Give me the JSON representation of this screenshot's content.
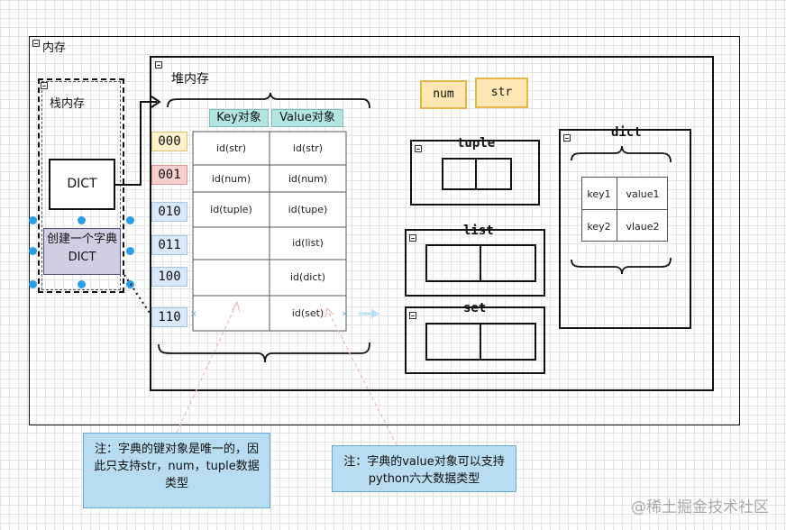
{
  "memory": {
    "label": "内存"
  },
  "stack": {
    "label": "栈内存",
    "dict_box": "DICT",
    "create_label": "创建一个字典DICT"
  },
  "heap": {
    "label": "堆内存",
    "headers": {
      "key": "Key对象",
      "value": "Value对象"
    },
    "addresses": [
      "000",
      "001",
      "010",
      "011",
      "100",
      "110"
    ],
    "keys": [
      "id(str)",
      "id(num)",
      "id(tuple)",
      "",
      "",
      ""
    ],
    "values": [
      "id(str)",
      "id(num)",
      "id(tupe)",
      "id(list)",
      "id(dict)",
      "id(set)"
    ]
  },
  "types": {
    "num": "num",
    "str": "str",
    "tuple": "tuple",
    "list": "list",
    "set": "set",
    "dict": {
      "title": "dict",
      "cells": [
        "key1",
        "value1",
        "key2",
        "vlaue2"
      ]
    }
  },
  "notes": {
    "key_note": "注：字典的键对象是唯一的，因此只支持str，num，tuple数据类型",
    "value_note": "注：字典的value对象可以支持python六大数据类型"
  },
  "watermark": "@稀土掘金技术社区",
  "colors": {
    "address_fill": "#dae8fc",
    "address_red": "#f8cecc",
    "header_fill": "#b3e6e2",
    "tag_fill": "#ffe6b3",
    "note_fill": "#b8dcf2",
    "selection": "#28a0e8"
  }
}
